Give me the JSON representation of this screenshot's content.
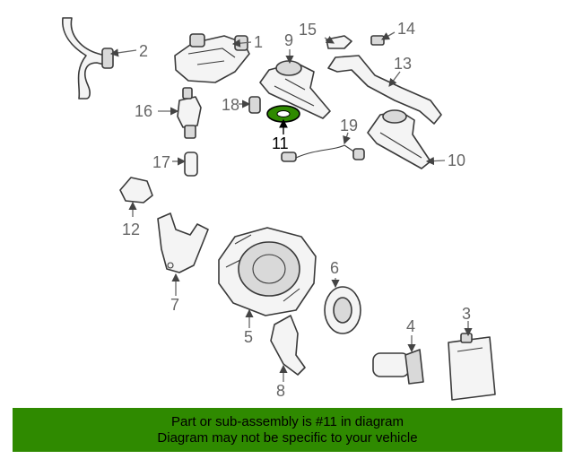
{
  "labels": {
    "n1": "1",
    "n2": "2",
    "n3": "3",
    "n4": "4",
    "n5": "5",
    "n6": "6",
    "n7": "7",
    "n8": "8",
    "n9": "9",
    "n10": "10",
    "n11": "11",
    "n12": "12",
    "n13": "13",
    "n14": "14",
    "n15": "15",
    "n16": "16",
    "n17": "17",
    "n18": "18",
    "n19": "19"
  },
  "highlight": {
    "part": "11",
    "color": "#2f8a00"
  },
  "banner": {
    "line1": "Part or sub-assembly is #11 in diagram",
    "line2": "Diagram may not be specific to your vehicle",
    "background": "#2f8a00"
  }
}
